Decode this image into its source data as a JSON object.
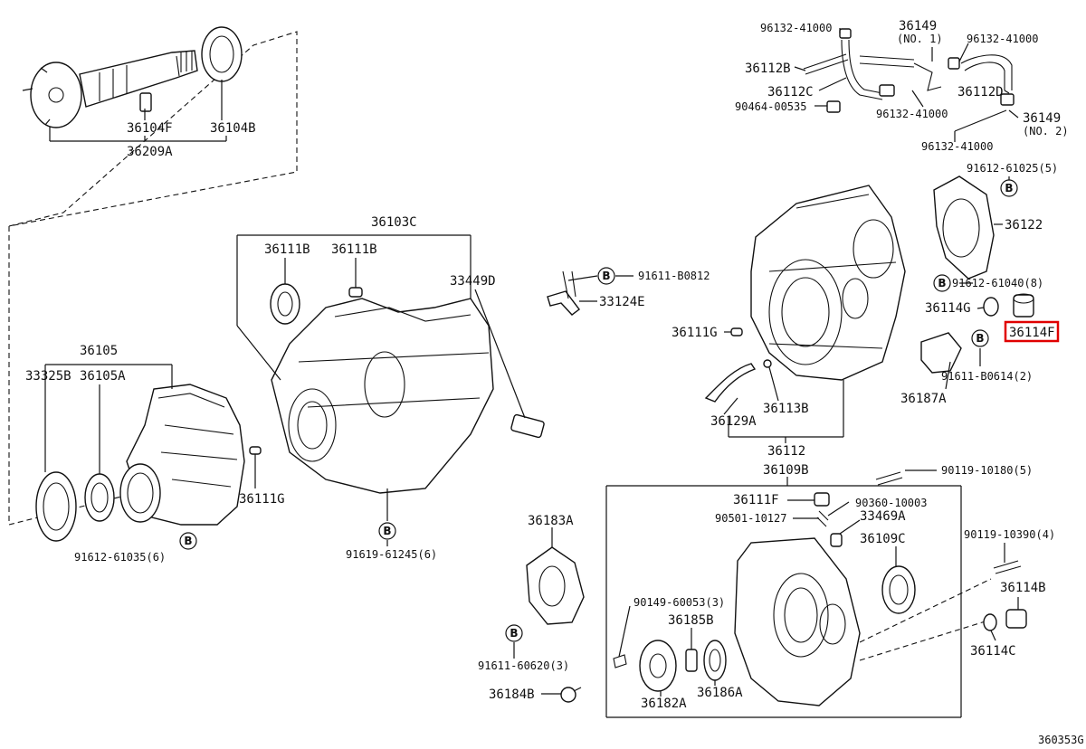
{
  "diagram_code": "360353G",
  "bubble_letter": "B",
  "highlighted_part": "36114F",
  "labels": {
    "p96132_41000_a": "96132-41000",
    "p36149_1": "36149",
    "p36149_1_sub": "(NO. 1)",
    "p96132_41000_b": "96132-41000",
    "p36112B_top": "36112B",
    "p36112C": "36112C",
    "p36112D": "36112D",
    "p90464_00535": "90464-00535",
    "p96132_41000_c": "96132-41000",
    "p36149_2": "36149",
    "p36149_2_sub": "(NO. 2)",
    "p96132_41000_d": "96132-41000",
    "p91612_61025": "91612-61025(5)",
    "p36122": "36122",
    "p91612_61040": "91612-61040(8)",
    "p36114G": "36114G",
    "p36114F": "36114F",
    "p91611_B0614": "91611-B0614(2)",
    "p36187A": "36187A",
    "p36104F": "36104F",
    "p36104B": "36104B",
    "p36209A": "36209A",
    "p36103C": "36103C",
    "p36111B_a": "36111B",
    "p36111B_b": "36111B",
    "p33449D": "33449D",
    "p91611_B0812": "91611-B0812",
    "p33124E": "33124E",
    "p36111G_a": "36111G",
    "p36113B": "36113B",
    "p36129A": "36129A",
    "p36112": "36112",
    "p36105": "36105",
    "p33325B": "33325B",
    "p36105A": "36105A",
    "p36111G_b": "36111G",
    "p91612_61035": "91612-61035(6)",
    "p91619_61245": "91619-61245(6)",
    "p36109B": "36109B",
    "p90119_10180": "90119-10180(5)",
    "p36111F": "36111F",
    "p90360_10003": "90360-10003",
    "p90501_10127": "90501-10127",
    "p33469A": "33469A",
    "p36109C": "36109C",
    "p36183A": "36183A",
    "p90119_10390": "90119-10390(4)",
    "p36114B": "36114B",
    "p36114C": "36114C",
    "p90149_60053": "90149-60053(3)",
    "p36185B": "36185B",
    "p91611_60620": "91611-60620(3)",
    "p36184B": "36184B",
    "p36182A": "36182A",
    "p36186A": "36186A"
  }
}
